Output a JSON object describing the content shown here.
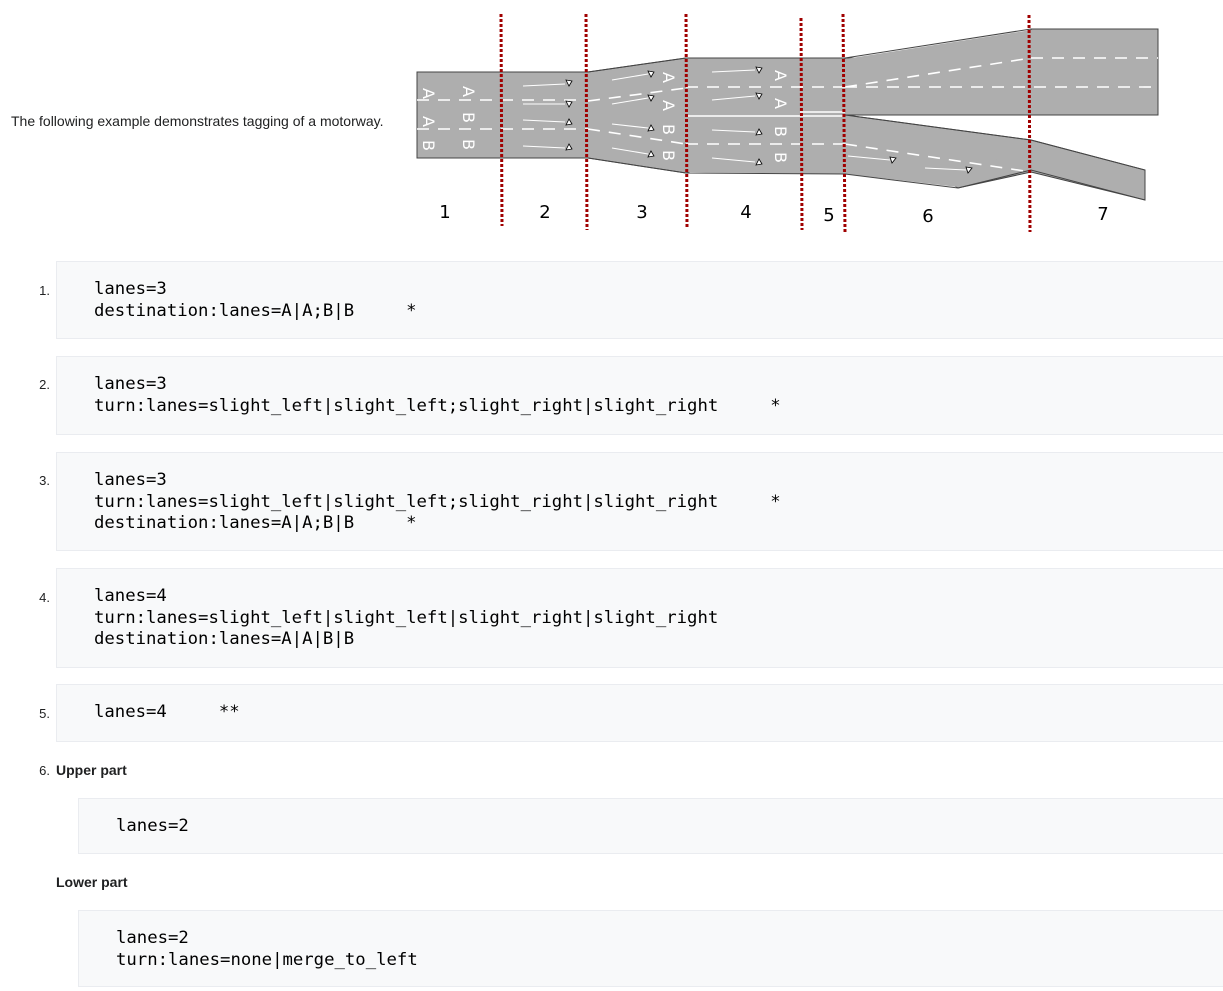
{
  "intro_text": "The following example demonstrates tagging of a motorway.",
  "diagram": {
    "section_numbers": [
      "1",
      "2",
      "3",
      "4",
      "5",
      "6",
      "7"
    ],
    "lane_labels": [
      "A",
      "A",
      "B",
      "A",
      "B",
      "B",
      "A",
      "A",
      "B",
      "B",
      "A",
      "A",
      "B",
      "B"
    ],
    "colors": {
      "road": "#aeaeae",
      "divider": "#a00000",
      "marking": "#ffffff"
    }
  },
  "items": [
    {
      "number": "1.",
      "code": "lanes=3\ndestination:lanes=A|A;B|B     *"
    },
    {
      "number": "2.",
      "code": "lanes=3\nturn:lanes=slight_left|slight_left;slight_right|slight_right     *"
    },
    {
      "number": "3.",
      "code": "lanes=3\nturn:lanes=slight_left|slight_left;slight_right|slight_right     *\ndestination:lanes=A|A;B|B     *"
    },
    {
      "number": "4.",
      "code": "lanes=4\nturn:lanes=slight_left|slight_left|slight_right|slight_right\ndestination:lanes=A|A|B|B"
    },
    {
      "number": "5.",
      "code": "lanes=4     **"
    }
  ],
  "item6": {
    "number": "6.",
    "upper_label": "Upper part",
    "upper_code": "lanes=2",
    "lower_label": "Lower part",
    "lower_code": "lanes=2\nturn:lanes=none|merge_to_left"
  }
}
